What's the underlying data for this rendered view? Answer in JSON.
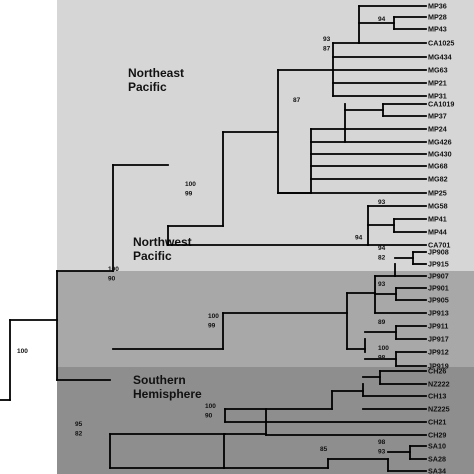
{
  "colors": {
    "northeast_region": "#d6d6d6",
    "northwest_region": "#a8a8a8",
    "southern_region": "#8e8e8e",
    "branches": "#000000",
    "text": "#111111"
  },
  "regions": [
    {
      "id": "ne",
      "lines": [
        "Northeast",
        "Pacific"
      ]
    },
    {
      "id": "nw",
      "lines": [
        "Northwest",
        "Pacific"
      ]
    },
    {
      "id": "sh",
      "lines": [
        "Southern",
        "Hemisphere"
      ]
    }
  ],
  "tips": [
    "MP36",
    "MP28",
    "MP43",
    "CA1025",
    "MG434",
    "MG63",
    "MP21",
    "MP31",
    "CA1019",
    "MP37",
    "MP24",
    "MG426",
    "MG430",
    "MG68",
    "MG82",
    "MP25",
    "MG58",
    "MP41",
    "MP44",
    "CA701",
    "JP908",
    "JP915",
    "JP907",
    "JP901",
    "JP905",
    "JP913",
    "JP911",
    "JP917",
    "JP912",
    "JP919",
    "CH26",
    "NZ222",
    "CH13",
    "NZ225",
    "CH21",
    "CH29",
    "SA10",
    "SA28",
    "SA34"
  ],
  "support_values": [
    {
      "above": "94",
      "below": ""
    },
    {
      "above": "93",
      "below": "87"
    },
    {
      "above": "87",
      "below": ""
    },
    {
      "above": "93",
      "below": ""
    },
    {
      "above": "",
      "below": "94"
    },
    {
      "above": "100",
      "below": "99"
    },
    {
      "above": "94",
      "below": "82"
    },
    {
      "above": "93",
      "below": ""
    },
    {
      "above": "89",
      "below": ""
    },
    {
      "above": "100",
      "below": "98"
    },
    {
      "above": "100",
      "below": "99"
    },
    {
      "above": "100",
      "below": "90"
    },
    {
      "above": "100",
      "below": ""
    },
    {
      "above": "100",
      "below": "90"
    },
    {
      "above": "98",
      "below": "93"
    },
    {
      "above": "85",
      "below": ""
    },
    {
      "above": "95",
      "below": "82"
    }
  ]
}
